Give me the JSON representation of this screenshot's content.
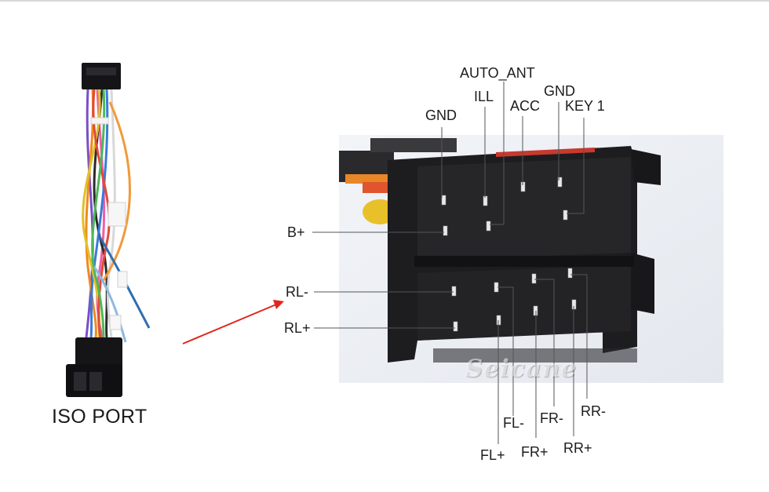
{
  "caption": "ISO PORT",
  "watermark": "Seicane",
  "colors": {
    "arrow": "#e0261d",
    "leader_line": "#555555",
    "connector": "#1b1b1e",
    "background_photo": "#eef1f5"
  },
  "pin_labels": {
    "auto_ant": "AUTO_ANT",
    "ill": "ILL",
    "acc": "ACC",
    "gnd_top": "GND",
    "key1": "KEY 1",
    "gnd_left": "GND",
    "b_plus": "B+",
    "rl_minus": "RL-",
    "rl_plus": "RL+",
    "fl_minus": "FL-",
    "fl_plus": "FL+",
    "fr_minus": "FR-",
    "fr_plus": "FR+",
    "rr_minus": "RR-",
    "rr_plus": "RR+"
  }
}
